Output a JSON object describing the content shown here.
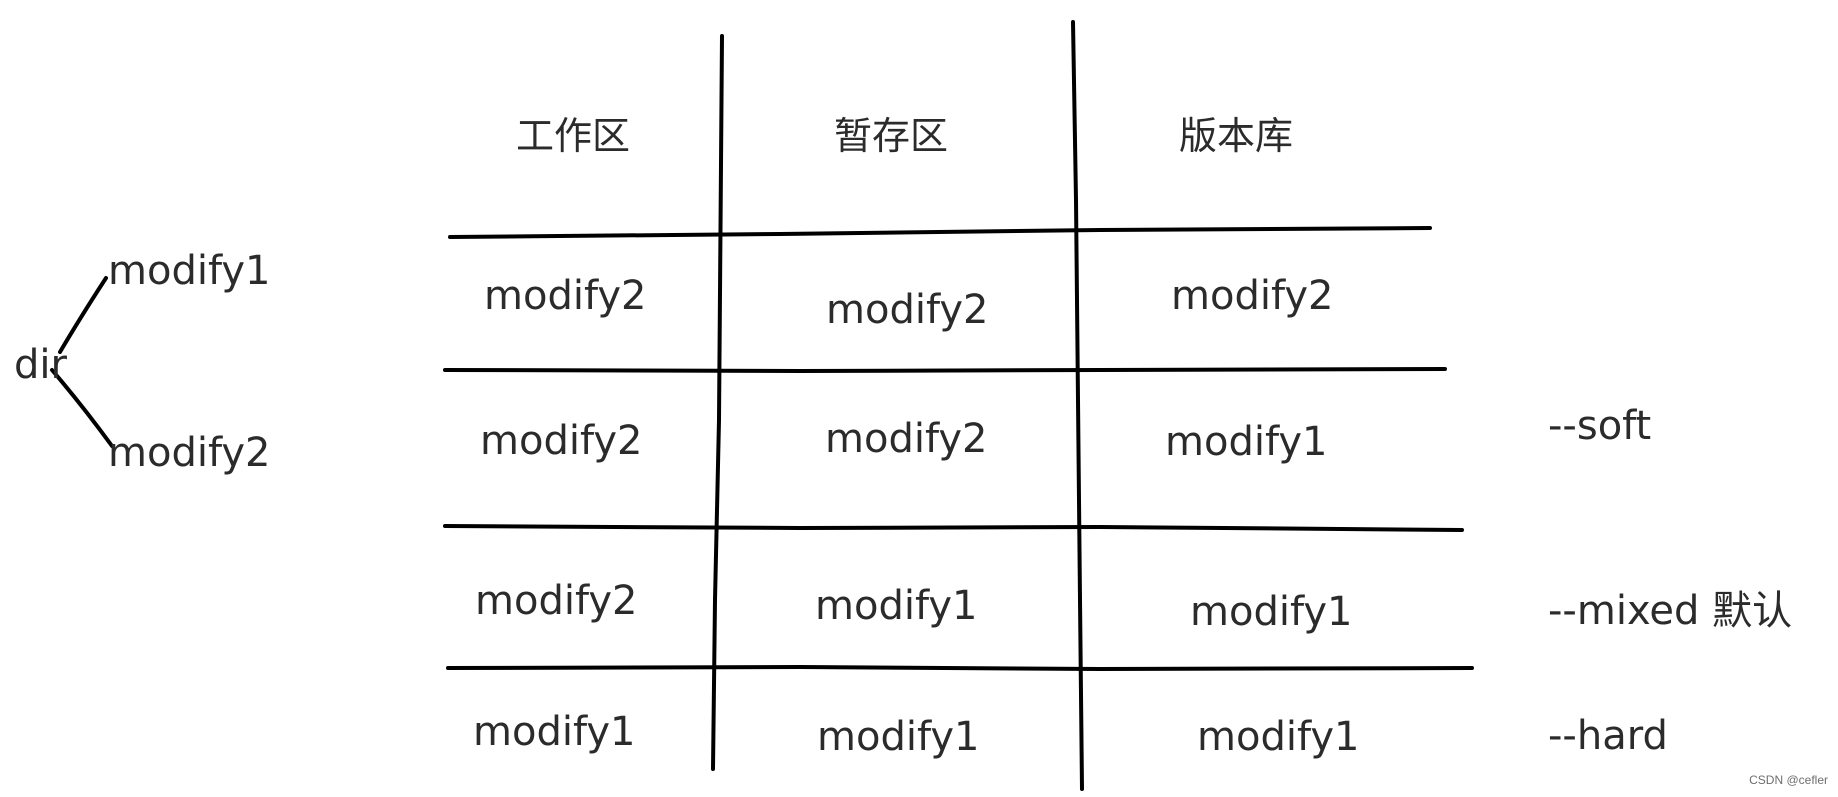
{
  "tree": {
    "root": "dir",
    "children": [
      "modify1",
      "modify2"
    ]
  },
  "table": {
    "headers": [
      "工作区",
      "暂存区",
      "版本库"
    ],
    "rows": [
      {
        "cells": [
          "modify2",
          "modify2",
          "modify2"
        ],
        "flag": ""
      },
      {
        "cells": [
          "modify2",
          "modify2",
          "modify1"
        ],
        "flag": "--soft"
      },
      {
        "cells": [
          "modify2",
          "modify1",
          "modify1"
        ],
        "flag": "--mixed 默认"
      },
      {
        "cells": [
          "modify1",
          "modify1",
          "modify1"
        ],
        "flag": "--hard"
      }
    ]
  },
  "watermark": "CSDN @cefler"
}
